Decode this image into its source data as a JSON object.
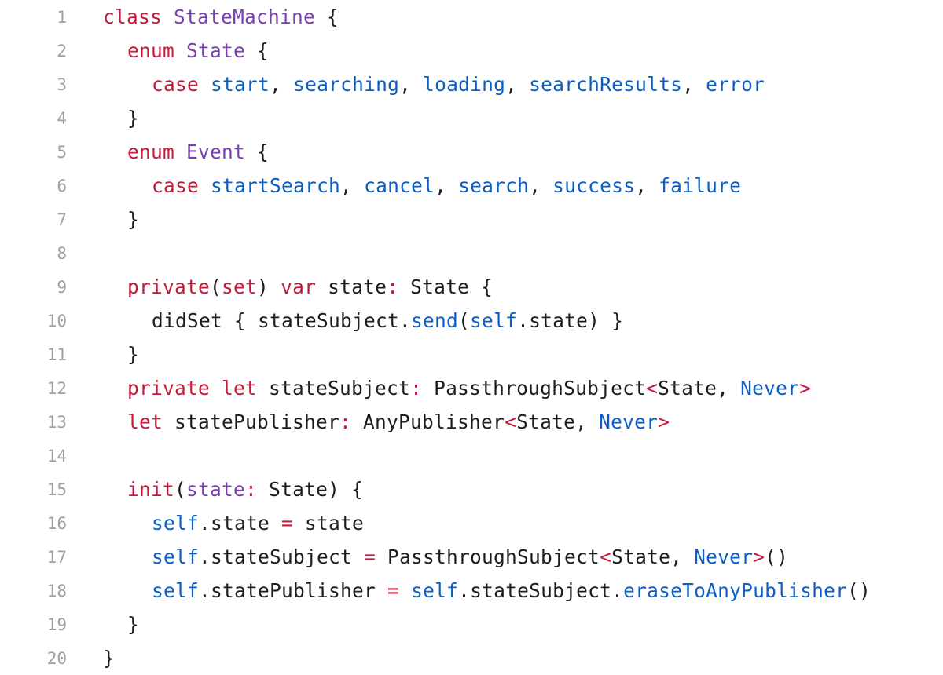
{
  "colors": {
    "keyword": "#c41a3c",
    "type": "#7b3fb5",
    "identifier": "#0b5fc4",
    "plain": "#1d1d1f",
    "line_number": "#a0a0a0",
    "background": "#ffffff"
  },
  "lines": [
    {
      "n": "1",
      "indent": 0,
      "tokens": [
        {
          "t": "class",
          "k": "keyword"
        },
        {
          "t": " ",
          "k": "plain"
        },
        {
          "t": "StateMachine",
          "k": "type"
        },
        {
          "t": " {",
          "k": "plain"
        }
      ]
    },
    {
      "n": "2",
      "indent": 1,
      "tokens": [
        {
          "t": "enum",
          "k": "keyword"
        },
        {
          "t": " ",
          "k": "plain"
        },
        {
          "t": "State",
          "k": "type"
        },
        {
          "t": " {",
          "k": "plain"
        }
      ]
    },
    {
      "n": "3",
      "indent": 2,
      "tokens": [
        {
          "t": "case",
          "k": "keyword"
        },
        {
          "t": " ",
          "k": "plain"
        },
        {
          "t": "start",
          "k": "ident"
        },
        {
          "t": ", ",
          "k": "plain"
        },
        {
          "t": "searching",
          "k": "ident"
        },
        {
          "t": ", ",
          "k": "plain"
        },
        {
          "t": "loading",
          "k": "ident"
        },
        {
          "t": ", ",
          "k": "plain"
        },
        {
          "t": "searchResults",
          "k": "ident"
        },
        {
          "t": ", ",
          "k": "plain"
        },
        {
          "t": "error",
          "k": "ident"
        }
      ]
    },
    {
      "n": "4",
      "indent": 1,
      "tokens": [
        {
          "t": "}",
          "k": "plain"
        }
      ]
    },
    {
      "n": "5",
      "indent": 1,
      "tokens": [
        {
          "t": "enum",
          "k": "keyword"
        },
        {
          "t": " ",
          "k": "plain"
        },
        {
          "t": "Event",
          "k": "type"
        },
        {
          "t": " {",
          "k": "plain"
        }
      ]
    },
    {
      "n": "6",
      "indent": 2,
      "tokens": [
        {
          "t": "case",
          "k": "keyword"
        },
        {
          "t": " ",
          "k": "plain"
        },
        {
          "t": "startSearch",
          "k": "ident"
        },
        {
          "t": ", ",
          "k": "plain"
        },
        {
          "t": "cancel",
          "k": "ident"
        },
        {
          "t": ", ",
          "k": "plain"
        },
        {
          "t": "search",
          "k": "ident"
        },
        {
          "t": ", ",
          "k": "plain"
        },
        {
          "t": "success",
          "k": "ident"
        },
        {
          "t": ", ",
          "k": "plain"
        },
        {
          "t": "failure",
          "k": "ident"
        }
      ]
    },
    {
      "n": "7",
      "indent": 1,
      "tokens": [
        {
          "t": "}",
          "k": "plain"
        }
      ]
    },
    {
      "n": "8",
      "indent": 0,
      "tokens": []
    },
    {
      "n": "9",
      "indent": 1,
      "tokens": [
        {
          "t": "private",
          "k": "keyword"
        },
        {
          "t": "(",
          "k": "plain"
        },
        {
          "t": "set",
          "k": "keyword"
        },
        {
          "t": ") ",
          "k": "plain"
        },
        {
          "t": "var",
          "k": "keyword"
        },
        {
          "t": " state",
          "k": "plain"
        },
        {
          "t": ":",
          "k": "keyword"
        },
        {
          "t": " State {",
          "k": "plain"
        }
      ]
    },
    {
      "n": "10",
      "indent": 2,
      "tokens": [
        {
          "t": "didSet { stateSubject.",
          "k": "plain"
        },
        {
          "t": "send",
          "k": "ident"
        },
        {
          "t": "(",
          "k": "plain"
        },
        {
          "t": "self",
          "k": "ident"
        },
        {
          "t": ".state) }",
          "k": "plain"
        }
      ]
    },
    {
      "n": "11",
      "indent": 1,
      "tokens": [
        {
          "t": "}",
          "k": "plain"
        }
      ]
    },
    {
      "n": "12",
      "indent": 1,
      "tokens": [
        {
          "t": "private",
          "k": "keyword"
        },
        {
          "t": " ",
          "k": "plain"
        },
        {
          "t": "let",
          "k": "keyword"
        },
        {
          "t": " stateSubject",
          "k": "plain"
        },
        {
          "t": ":",
          "k": "keyword"
        },
        {
          "t": " PassthroughSubject",
          "k": "plain"
        },
        {
          "t": "<",
          "k": "keyword"
        },
        {
          "t": "State, ",
          "k": "plain"
        },
        {
          "t": "Never",
          "k": "ident"
        },
        {
          "t": ">",
          "k": "keyword"
        }
      ]
    },
    {
      "n": "13",
      "indent": 1,
      "tokens": [
        {
          "t": "let",
          "k": "keyword"
        },
        {
          "t": " statePublisher",
          "k": "plain"
        },
        {
          "t": ":",
          "k": "keyword"
        },
        {
          "t": " AnyPublisher",
          "k": "plain"
        },
        {
          "t": "<",
          "k": "keyword"
        },
        {
          "t": "State, ",
          "k": "plain"
        },
        {
          "t": "Never",
          "k": "ident"
        },
        {
          "t": ">",
          "k": "keyword"
        }
      ]
    },
    {
      "n": "14",
      "indent": 0,
      "tokens": []
    },
    {
      "n": "15",
      "indent": 1,
      "tokens": [
        {
          "t": "init",
          "k": "keyword"
        },
        {
          "t": "(",
          "k": "plain"
        },
        {
          "t": "state",
          "k": "type"
        },
        {
          "t": ":",
          "k": "keyword"
        },
        {
          "t": " State) {",
          "k": "plain"
        }
      ]
    },
    {
      "n": "16",
      "indent": 2,
      "tokens": [
        {
          "t": "self",
          "k": "ident"
        },
        {
          "t": ".state ",
          "k": "plain"
        },
        {
          "t": "=",
          "k": "keyword"
        },
        {
          "t": " state",
          "k": "plain"
        }
      ]
    },
    {
      "n": "17",
      "indent": 2,
      "tokens": [
        {
          "t": "self",
          "k": "ident"
        },
        {
          "t": ".stateSubject ",
          "k": "plain"
        },
        {
          "t": "=",
          "k": "keyword"
        },
        {
          "t": " PassthroughSubject",
          "k": "plain"
        },
        {
          "t": "<",
          "k": "keyword"
        },
        {
          "t": "State, ",
          "k": "plain"
        },
        {
          "t": "Never",
          "k": "ident"
        },
        {
          "t": ">",
          "k": "keyword"
        },
        {
          "t": "()",
          "k": "plain"
        }
      ]
    },
    {
      "n": "18",
      "indent": 2,
      "tokens": [
        {
          "t": "self",
          "k": "ident"
        },
        {
          "t": ".statePublisher ",
          "k": "plain"
        },
        {
          "t": "=",
          "k": "keyword"
        },
        {
          "t": " ",
          "k": "plain"
        },
        {
          "t": "self",
          "k": "ident"
        },
        {
          "t": ".stateSubject.",
          "k": "plain"
        },
        {
          "t": "eraseToAnyPublisher",
          "k": "ident"
        },
        {
          "t": "()",
          "k": "plain"
        }
      ]
    },
    {
      "n": "19",
      "indent": 1,
      "tokens": [
        {
          "t": "}",
          "k": "plain"
        }
      ]
    },
    {
      "n": "20",
      "indent": 0,
      "tokens": [
        {
          "t": "}",
          "k": "plain"
        }
      ]
    }
  ]
}
